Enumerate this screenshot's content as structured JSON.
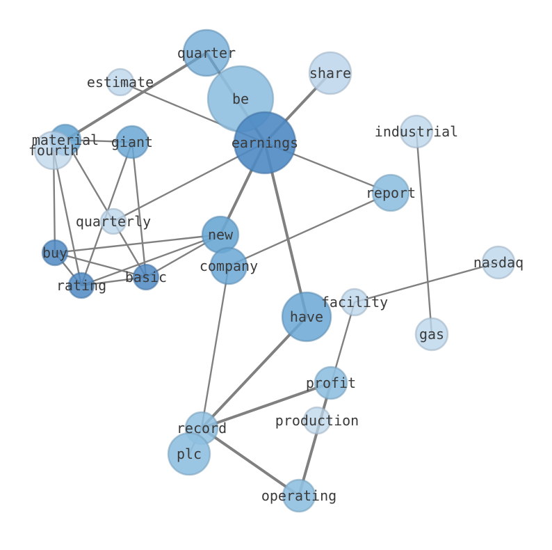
{
  "colors": {
    "edge": "#808080",
    "node_light": "#bcd6eb",
    "node_mid": "#8fc0e0",
    "node_strong": "#6aa7d4",
    "node_dark": "#4e89c3"
  },
  "nodes": [
    {
      "id": "quarter",
      "label": "quarter"
    },
    {
      "id": "estimate",
      "label": "estimate"
    },
    {
      "id": "be",
      "label": "be"
    },
    {
      "id": "share",
      "label": "share"
    },
    {
      "id": "earnings",
      "label": "earnings"
    },
    {
      "id": "industrial",
      "label": "industrial"
    },
    {
      "id": "material",
      "label": "material"
    },
    {
      "id": "fourth",
      "label": "fourth"
    },
    {
      "id": "giant",
      "label": "giant"
    },
    {
      "id": "report",
      "label": "report"
    },
    {
      "id": "quarterly",
      "label": "quarterly"
    },
    {
      "id": "new",
      "label": "new"
    },
    {
      "id": "buy",
      "label": "buy"
    },
    {
      "id": "company",
      "label": "company"
    },
    {
      "id": "basic",
      "label": "basic"
    },
    {
      "id": "rating",
      "label": "rating"
    },
    {
      "id": "nasdaq",
      "label": "nasdaq"
    },
    {
      "id": "facility",
      "label": "facility"
    },
    {
      "id": "have",
      "label": "have"
    },
    {
      "id": "gas",
      "label": "gas"
    },
    {
      "id": "profit",
      "label": "profit"
    },
    {
      "id": "production",
      "label": "production"
    },
    {
      "id": "record",
      "label": "record"
    },
    {
      "id": "plc",
      "label": "plc"
    },
    {
      "id": "operating",
      "label": "operating"
    }
  ],
  "edges": [
    {
      "source": "quarter",
      "target": "material",
      "weight": 2
    },
    {
      "source": "quarter",
      "target": "earnings",
      "weight": 2
    },
    {
      "source": "estimate",
      "target": "earnings",
      "weight": 1
    },
    {
      "source": "share",
      "target": "earnings",
      "weight": 2
    },
    {
      "source": "earnings",
      "target": "report",
      "weight": 1
    },
    {
      "source": "earnings",
      "target": "quarterly",
      "weight": 1
    },
    {
      "source": "earnings",
      "target": "new",
      "weight": 2
    },
    {
      "source": "earnings",
      "target": "have",
      "weight": 2
    },
    {
      "source": "material",
      "target": "giant",
      "weight": 1
    },
    {
      "source": "material",
      "target": "quarterly",
      "weight": 1
    },
    {
      "source": "fourth",
      "target": "buy",
      "weight": 1
    },
    {
      "source": "fourth",
      "target": "rating",
      "weight": 1
    },
    {
      "source": "giant",
      "target": "rating",
      "weight": 1
    },
    {
      "source": "giant",
      "target": "basic",
      "weight": 1
    },
    {
      "source": "quarterly",
      "target": "basic",
      "weight": 1
    },
    {
      "source": "report",
      "target": "company",
      "weight": 1
    },
    {
      "source": "new",
      "target": "buy",
      "weight": 1
    },
    {
      "source": "new",
      "target": "rating",
      "weight": 1
    },
    {
      "source": "new",
      "target": "basic",
      "weight": 1
    },
    {
      "source": "buy",
      "target": "basic",
      "weight": 1
    },
    {
      "source": "buy",
      "target": "rating",
      "weight": 1
    },
    {
      "source": "rating",
      "target": "basic",
      "weight": 1
    },
    {
      "source": "company",
      "target": "record",
      "weight": 1
    },
    {
      "source": "nasdaq",
      "target": "facility",
      "weight": 1
    },
    {
      "source": "facility",
      "target": "operating",
      "weight": 1
    },
    {
      "source": "industrial",
      "target": "gas",
      "weight": 1
    },
    {
      "source": "have",
      "target": "record",
      "weight": 2
    },
    {
      "source": "profit",
      "target": "record",
      "weight": 2
    },
    {
      "source": "profit",
      "target": "operating",
      "weight": 2
    },
    {
      "source": "record",
      "target": "operating",
      "weight": 2
    },
    {
      "source": "record",
      "target": "plc",
      "weight": 1
    }
  ]
}
